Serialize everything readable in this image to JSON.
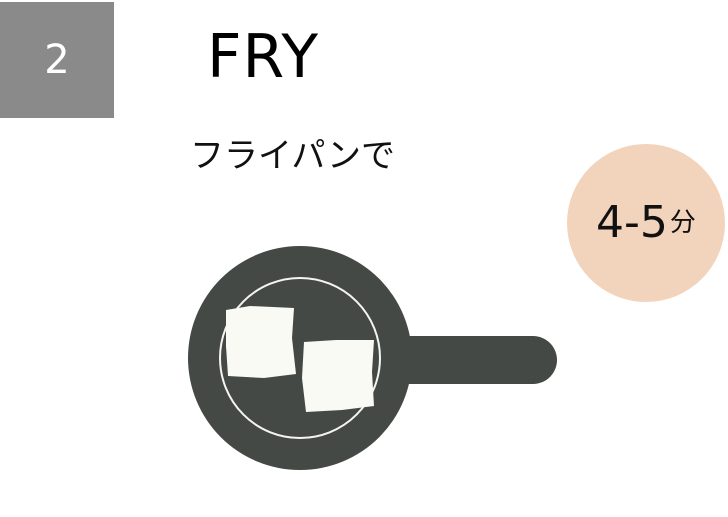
{
  "step": {
    "number": "2",
    "title": "FRY",
    "subtitle": "フライパンで"
  },
  "time": {
    "value": "4-5",
    "unit": "分"
  },
  "colors": {
    "step_badge": "#8a8a8a",
    "time_badge": "#f2d4bd",
    "pan": "#454945",
    "food": "#fafaf5"
  },
  "icons": {
    "illustration": "frying-pan-icon",
    "food": "food-piece-icon"
  }
}
